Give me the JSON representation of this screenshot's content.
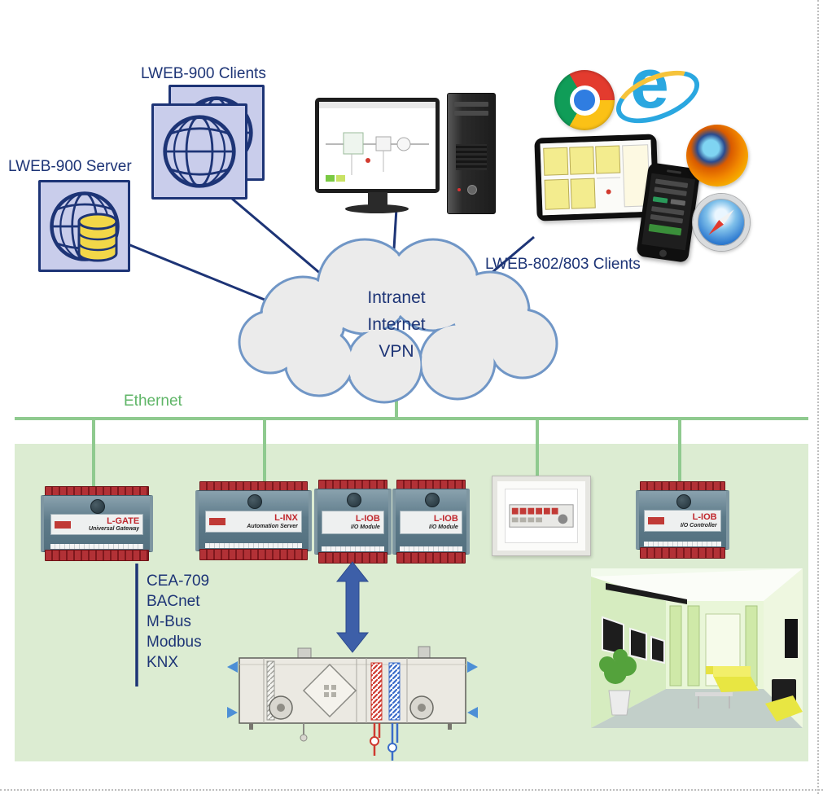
{
  "labels": {
    "lweb900_clients": "LWEB-900 Clients",
    "lweb900_server": "LWEB-900 Server",
    "lweb802_clients": "LWEB-802/803 Clients",
    "ethernet": "Ethernet"
  },
  "cloud": {
    "lines": [
      "Intranet",
      "Internet",
      "VPN"
    ]
  },
  "protocols": [
    "CEA-709",
    "BACnet",
    "M-Bus",
    "Modbus",
    "KNX"
  ],
  "devices": [
    {
      "name": "L-GATE",
      "subtitle": "Universal Gateway"
    },
    {
      "name": "L-INX",
      "subtitle": "Automation Server"
    },
    {
      "name": "L-IOB",
      "subtitle": "I/O Module"
    },
    {
      "name": "L-IOB",
      "subtitle": "I/O Module"
    },
    {
      "name": "L-IOB",
      "subtitle": "I/O Controller"
    }
  ],
  "icons": {
    "browsers": [
      "chrome-icon",
      "internet-explorer-icon",
      "firefox-icon",
      "safari-icon"
    ],
    "client_devices": [
      "desktop-pc",
      "pc-tower",
      "tablet",
      "smartphone"
    ],
    "server_icon": "globe-with-database",
    "clients_icon": "globe-stack"
  },
  "colors": {
    "navy": "#1d3476",
    "green_text": "#5fb567",
    "green_line": "#8fca8f",
    "panel_green": "#dcecd2",
    "cloud_fill": "#ebebeb",
    "cloud_stroke": "#7096c6",
    "arrow_blue": "#3d5fa8",
    "terminal_red": "#b23136",
    "device_body": "#5d7a89"
  }
}
